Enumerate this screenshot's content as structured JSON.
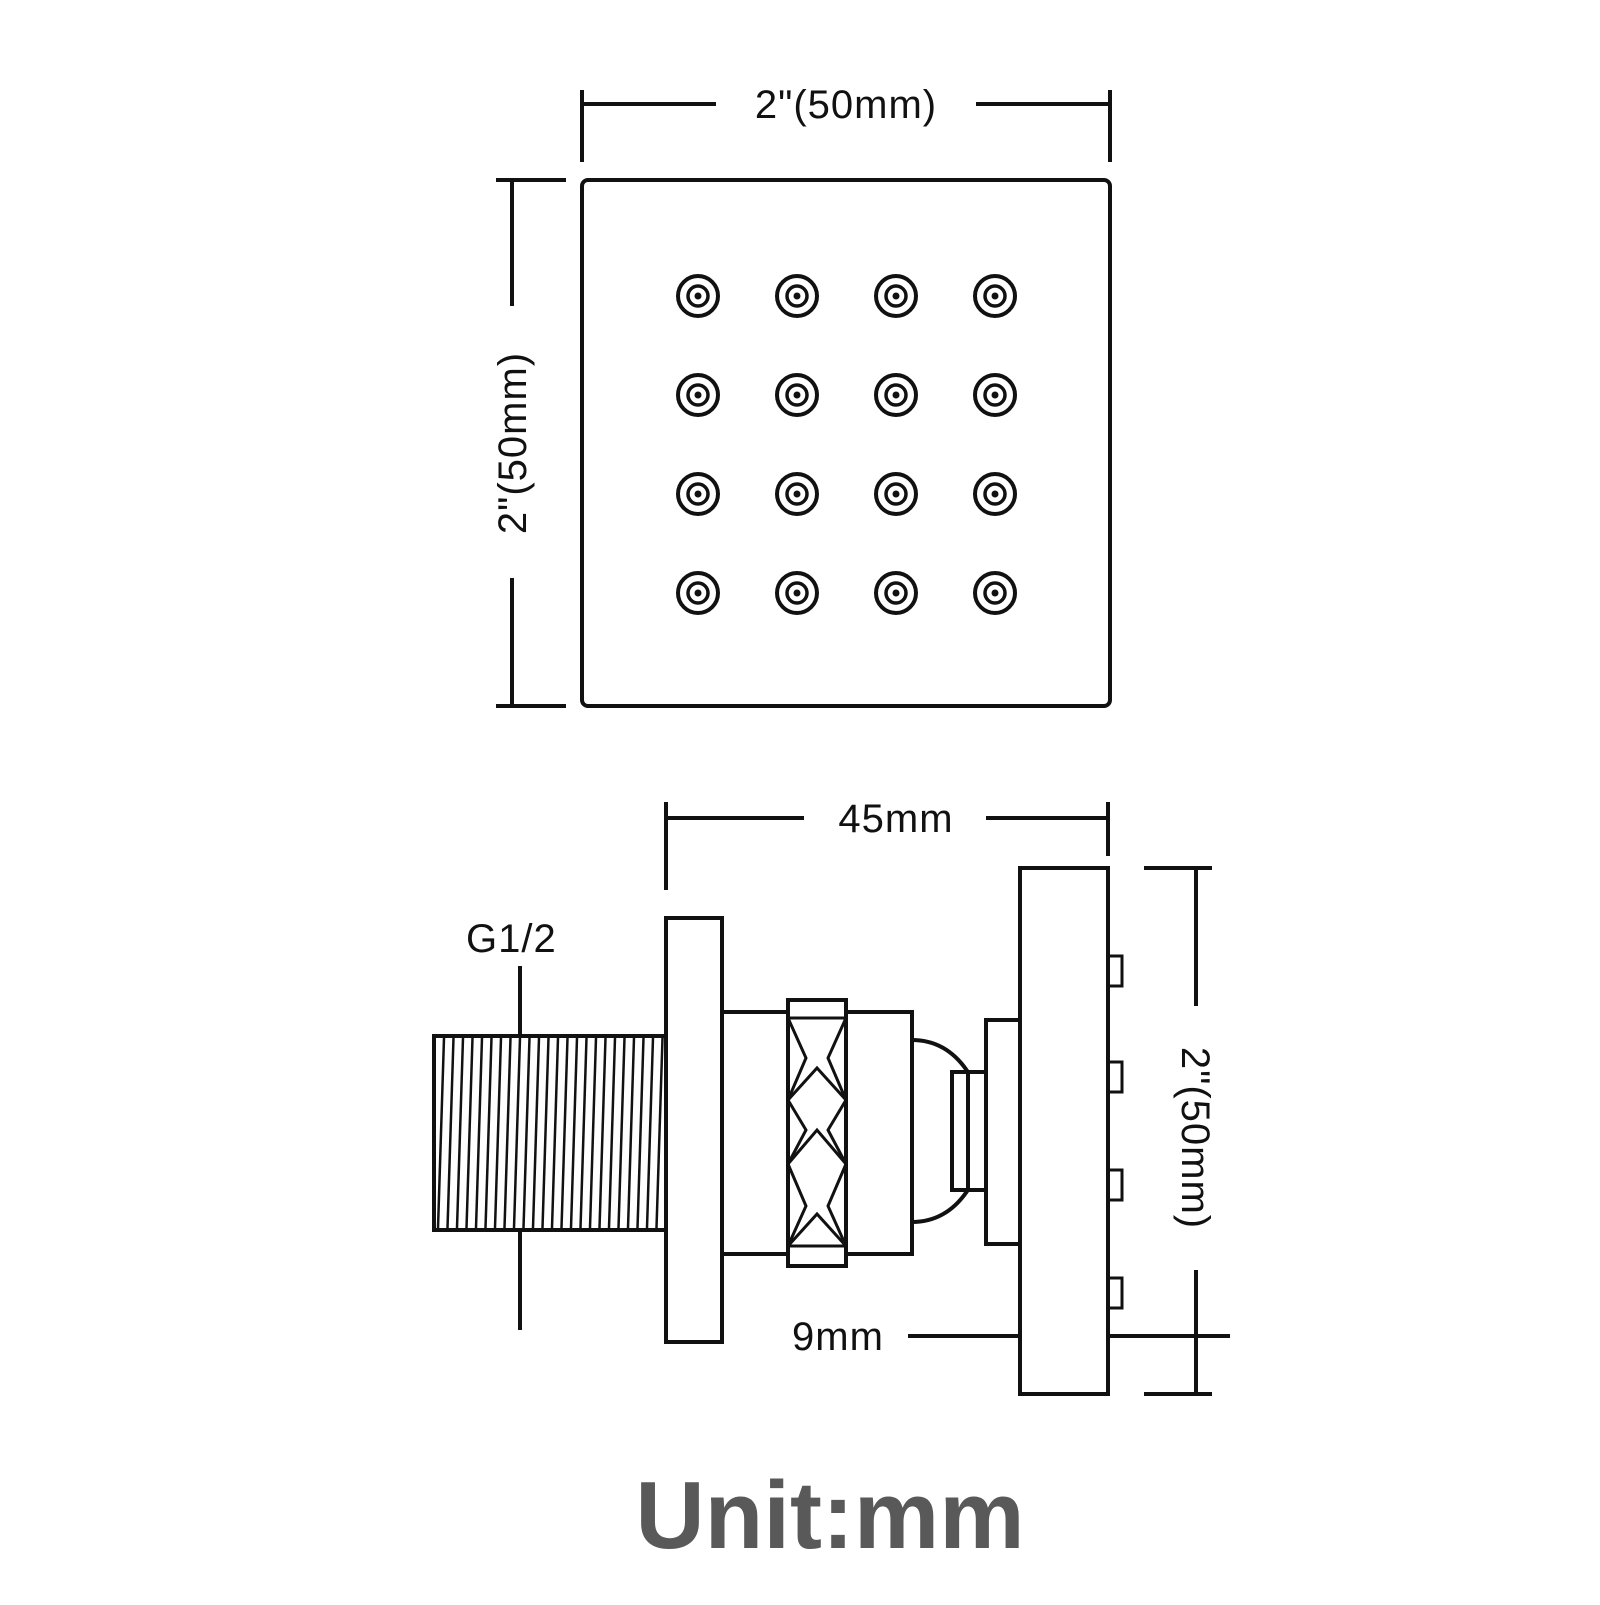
{
  "top_view": {
    "width_label": "2\"(50mm)",
    "height_label": "2\"(50mm)",
    "nozzle_rows": 4,
    "nozzle_cols": 4
  },
  "side_view": {
    "length_label": "45mm",
    "thread_label": "G1/2",
    "height_label": "2\"(50mm)",
    "plate_thickness_label": "9mm"
  },
  "unit_label": "Unit:mm",
  "colors": {
    "line": "#111111",
    "unit_text": "#595959",
    "background": "#ffffff"
  }
}
